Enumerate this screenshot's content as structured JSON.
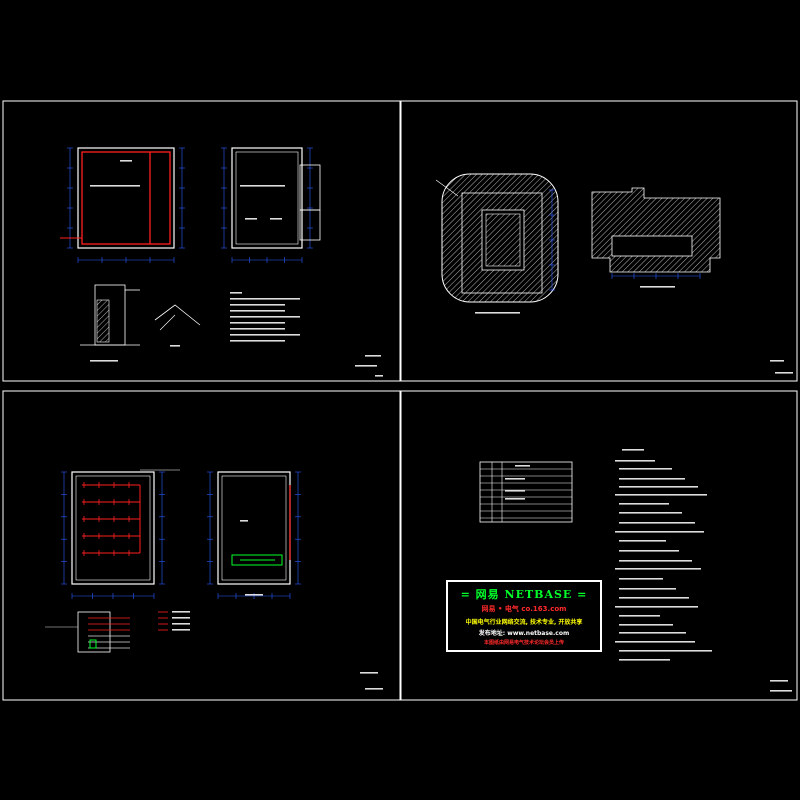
{
  "drawing": {
    "background": "#000000",
    "colors": {
      "frame": "#ffffff",
      "wall": "#ffffff",
      "grounding": "#ff2020",
      "dimension": "#2a5cff",
      "hatch": "#ffffff",
      "highlight": "#00ff2a",
      "stamp_yellow": "#ffff00"
    },
    "sheets": [
      {
        "name": "grounding-plan-sheet"
      },
      {
        "name": "hatch-plan-sheet"
      },
      {
        "name": "lighting-plan-sheet"
      },
      {
        "name": "legend-notes-sheet"
      }
    ],
    "stamp": {
      "line1": "= 网易 NETBASE =",
      "line2": "网易 • 电气 co.163.com",
      "line3": "中国电气行业网络交流, 技术专业, 开放共享",
      "line4_label": "发布地址:",
      "line4_url": "www.netbase.com",
      "line5": "本图纸由网易电气技术论坛会员上传"
    }
  }
}
